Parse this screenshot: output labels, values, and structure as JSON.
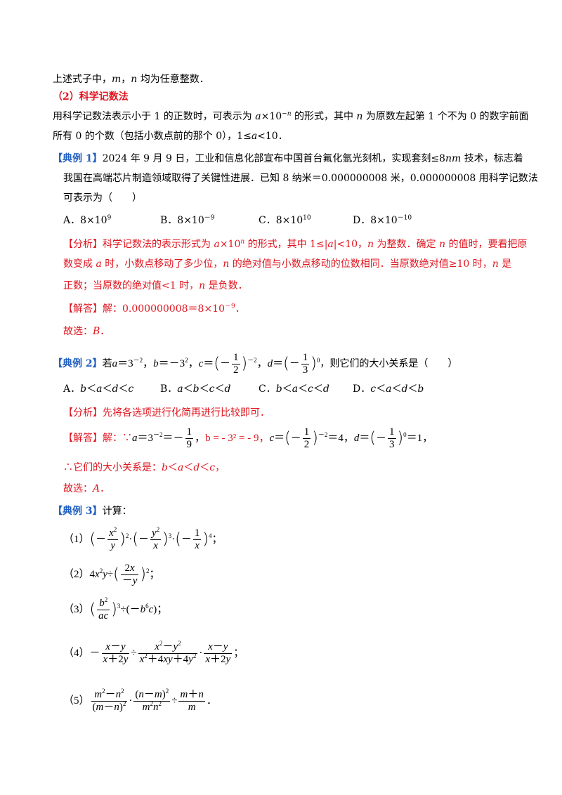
{
  "intro": {
    "text": "上述式子中，m，n 均为任意整数．"
  },
  "section2": {
    "title": "（2）科学记数法"
  },
  "definition": {
    "line1": "用科学记数法表示小于 1 的正数时，可表示为 a×10⁻ⁿ 的形式，其中 n 为原数左起第 1 个不为 0 的数字前面",
    "line2": "所有 0 的个数（包括小数点前的那个 0），1≤a<10．"
  },
  "example1": {
    "tag": "【典例 1】",
    "line1": "2024 年 9 月 9 日，工业和信息化部宣布中国首台氟化氩光刻机，实现套刻≤8nm 技术，标志着",
    "line2": "我国在高端芯片制造领域取得了关键性进展．已知 8 纳米＝0.000000008 米，0.000000008 用科学记数法",
    "line3": "可表示为（　　）",
    "options": [
      "A．8×10⁹",
      "B．8×10⁻⁹",
      "C．8×10¹⁰",
      "D．8×10⁻¹⁰"
    ],
    "analysis_tag": "【分析】",
    "analysis1": "科学记数法的表示形式为 a×10ⁿ 的形式，其中 1≤|a|<10，n 为整数．确定 n 的值时，要看把原",
    "analysis2": "数变成 a 时，小数点移动了多少位，n 的绝对值与小数点移动的位数相同．当原数绝对值≥10 时，n 是",
    "analysis3": "正数；当原数的绝对值<1 时，n 是负数．",
    "answer_tag": "【解答】",
    "answer": "解：0.000000008＝8×10⁻⁹．",
    "choice": "故选：B．"
  },
  "example2": {
    "tag": "【典例 2】",
    "question_prefix": "若",
    "question_suffix": "，则它们的大小关系是（　　）",
    "options": [
      "A．b<a<d<c",
      "B．a<b<c<d",
      "C．b<a<c<d",
      "D．c<a<d<b"
    ],
    "analysis_tag": "【分析】",
    "analysis": "先将各选项进行化简再进行比较即可．",
    "answer_tag": "【解答】",
    "answer_prefix": "解：∵",
    "answer_mid": "b = - 3² = - 9，",
    "conclusion": "∴它们的大小关系是：b<a<d<c，",
    "choice": "故选：A．"
  },
  "example3": {
    "tag": "【典例 3】",
    "prompt": "计算：",
    "items": [
      "（1）",
      "（2）",
      "（3）",
      "（4）",
      "（5）"
    ]
  }
}
